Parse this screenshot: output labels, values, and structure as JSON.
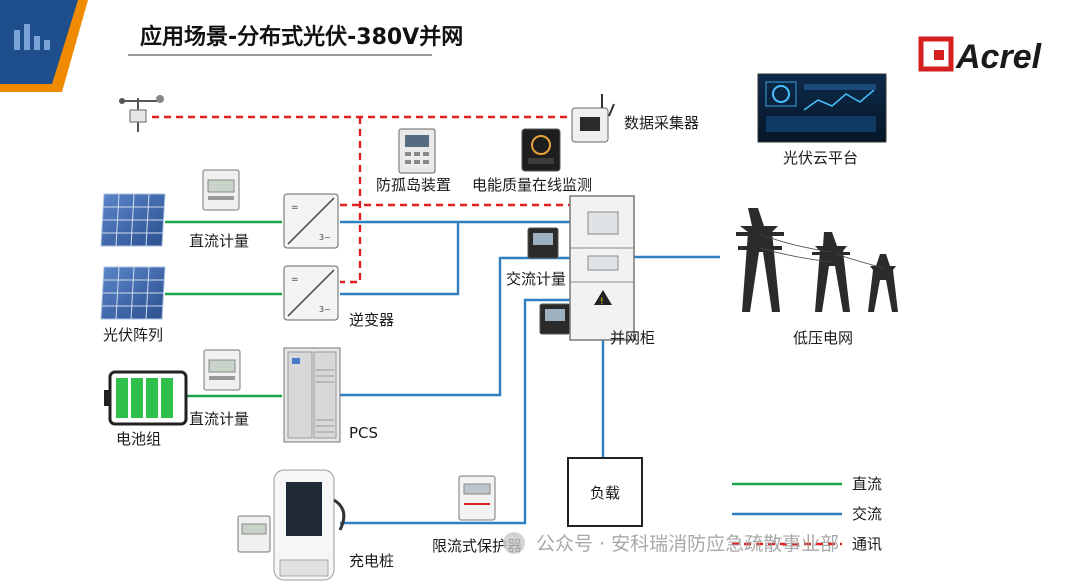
{
  "title": "应用场景-分布式光伏-380V并网",
  "brand": "Acrel",
  "colors": {
    "dc_line": "#1aa34a",
    "ac_line": "#2f7fc1",
    "comm_line": "#e02020",
    "brand_red": "#d42020",
    "corner_blue": "#1f4e8c",
    "corner_orange": "#f08a00"
  },
  "labels": {
    "data_collector": "数据采集器",
    "cloud_platform": "光伏云平台",
    "anti_islanding": "防孤岛装置",
    "power_quality": "电能质量在线监测",
    "dc_meter_1": "直流计量",
    "dc_meter_2": "直流计量",
    "pv_array": "光伏阵列",
    "inverter": "逆变器",
    "ac_meter": "交流计量",
    "grid_cabinet": "并网柜",
    "low_voltage_grid": "低压电网",
    "battery": "电池组",
    "pcs": "PCS",
    "load": "负载",
    "limit_protector": "限流式保护器",
    "charger": "充电桩"
  },
  "legend": [
    {
      "label": "直流",
      "color": "#1aa34a",
      "style": "solid"
    },
    {
      "label": "交流",
      "color": "#2f7fc1",
      "style": "solid"
    },
    {
      "label": "通讯",
      "color": "#e02020",
      "style": "dashed"
    }
  ],
  "watermark": "公众号 · 安科瑞消防应急疏散事业部"
}
